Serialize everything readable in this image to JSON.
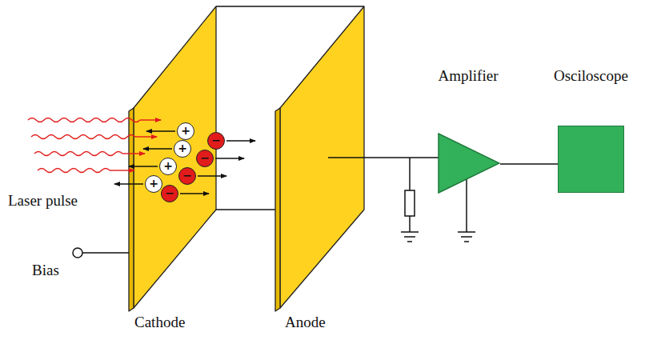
{
  "diagram": {
    "nodes": [
      {
        "text": [
          "+"
        ]
      },
      {
        "text": [
          "−"
        ]
      },
      {
        "text": [
          "+"
        ]
      },
      {
        "text": [
          "−"
        ]
      },
      {
        "text": [
          "+"
        ]
      },
      {
        "text": [
          "−"
        ]
      },
      {
        "text": [
          "+"
        ]
      },
      {
        "text": [
          "−"
        ]
      },
      {
        "text": [
          "Amplifier"
        ]
      },
      {
        "text": [
          "Osciloscope"
        ]
      }
    ],
    "edges": [
      {
        "from": 8,
        "to": 9,
        "arrow": "none"
      }
    ],
    "labels": [
      "Laser pulse",
      "Bias",
      "Cathode",
      "Anode"
    ]
  }
}
